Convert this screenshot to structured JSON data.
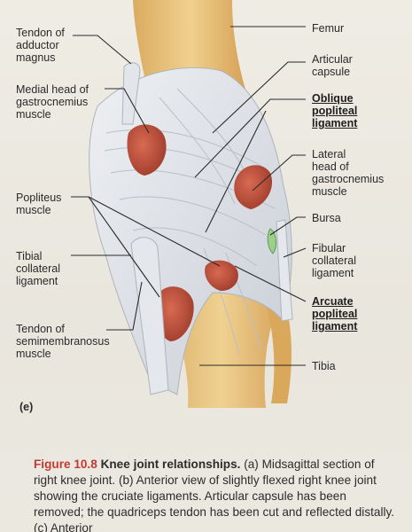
{
  "panel": "(e)",
  "labels": {
    "tendon_adductor_magnus": "Tendon of\nadductor\nmagnus",
    "femur": "Femur",
    "articular_capsule": "Articular\ncapsule",
    "medial_head_gastrocnemius": "Medial head of\ngastrocnemius\nmuscle",
    "oblique_popliteal_ligament": "Oblique\npopliteal\nligament",
    "lateral_head_gastrocnemius": "Lateral\nhead of\ngastrocnemius\nmuscle",
    "popliteus_muscle": "Popliteus\nmuscle",
    "bursa": "Bursa",
    "tibial_collateral_ligament": "Tibial\ncollateral\nligament",
    "fibular_collateral_ligament": "Fibular\ncollateral\nligament",
    "arcuate_popliteal_ligament": "Arcuate\npopliteal\nligament",
    "tendon_semimembranosus": "Tendon of\nsemimembranosus\nmuscle",
    "tibia": "Tibia"
  },
  "caption": {
    "figure_number": "Figure 10.8",
    "title": "Knee joint relationships.",
    "text": " (a) Midsagittal section of right knee joint. (b) Anterior view of slightly flexed right knee joint showing the cruciate ligaments. Articular capsule has been removed; the quadriceps tendon has been cut and reflected distally. (c) Anterior"
  },
  "colors": {
    "bone": "#e5be72",
    "ligament": "#dcdfe3",
    "muscle": "#c0523e",
    "leader": "#2a2a2a",
    "caption_accent": "#c23a33"
  }
}
